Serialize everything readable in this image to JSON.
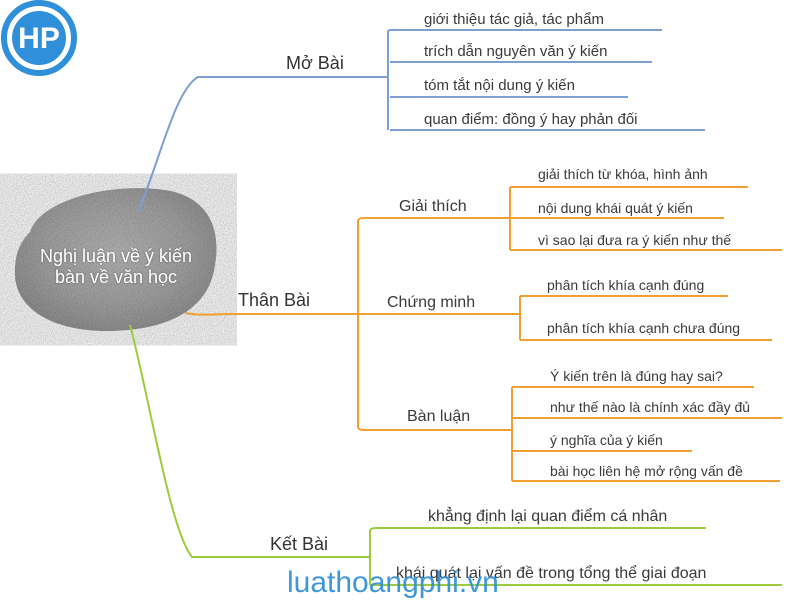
{
  "colors": {
    "intro": "#7d9fd3",
    "body": "#f0a030",
    "conclusion": "#9ecb3c",
    "logo": "#2f8fd8",
    "watermark": "#2f8fd8"
  },
  "logo": {
    "text": "HP",
    "icon": "hp-logo"
  },
  "central": {
    "line1": "Nghị luận về ý kiến",
    "line2": "bàn về văn học"
  },
  "intro": {
    "label": "Mở Bài",
    "items": [
      "giới thiệu tác giả, tác phẩm",
      "trích dẫn nguyên văn ý kiến",
      "tóm tắt nội dung ý kiến",
      "quan điểm: đồng ý hay phản đối"
    ]
  },
  "body": {
    "label": "Thân Bài",
    "explain": {
      "label": "Giải thích",
      "items": [
        "giải thích từ khóa, hình ảnh",
        "nội dung khái quát ý kiến",
        "vì sao lại đưa ra ý kiến như thế"
      ]
    },
    "prove": {
      "label": "Chứng minh",
      "items": [
        "phân tích khía cạnh đúng",
        "phân tích khía cạnh chưa đúng"
      ]
    },
    "discuss": {
      "label": "Bàn luận",
      "items": [
        "Ý kiến trên là đúng hay sai?",
        "như thế nào là chính xác đầy đủ",
        "ý nghĩa của ý kiến",
        "bài học liên hệ mở rộng vấn đề"
      ]
    }
  },
  "conclusion": {
    "label": "Kết Bài",
    "items": [
      "khẳng định lại quan điểm cá nhân",
      "khái quát lại vấn đề trong tổng thể giai đoạn"
    ]
  },
  "watermark": "luathoangphi.vn"
}
